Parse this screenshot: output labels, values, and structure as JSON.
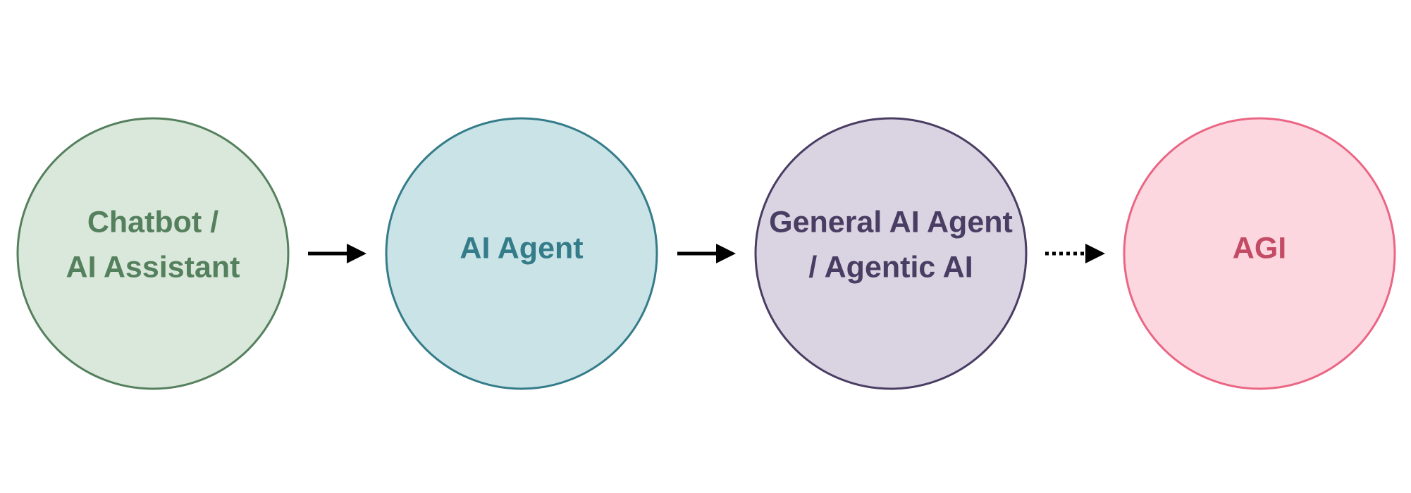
{
  "diagram": {
    "nodes": [
      {
        "id": "chatbot",
        "lines": [
          "Chatbot /",
          "AI Assistant"
        ],
        "fill": "#dae8dc",
        "stroke": "#55805d",
        "text_color": "#55805d"
      },
      {
        "id": "ai-agent",
        "lines": [
          "AI Agent"
        ],
        "fill": "#c9e3e7",
        "stroke": "#347c89",
        "text_color": "#347c89"
      },
      {
        "id": "general-agent",
        "lines": [
          "General AI Agent",
          "/ Agentic AI"
        ],
        "fill": "#dad3e1",
        "stroke": "#4a3d63",
        "text_color": "#4a3d63"
      },
      {
        "id": "agi",
        "lines": [
          "AGI"
        ],
        "fill": "#fcd7df",
        "stroke": "#ea6684",
        "text_color": "#c34b66"
      }
    ],
    "edges": [
      {
        "from": "chatbot",
        "to": "ai-agent",
        "style": "solid",
        "color": "#000000"
      },
      {
        "from": "ai-agent",
        "to": "general-agent",
        "style": "solid",
        "color": "#000000"
      },
      {
        "from": "general-agent",
        "to": "agi",
        "style": "dotted",
        "color": "#000000"
      }
    ]
  }
}
